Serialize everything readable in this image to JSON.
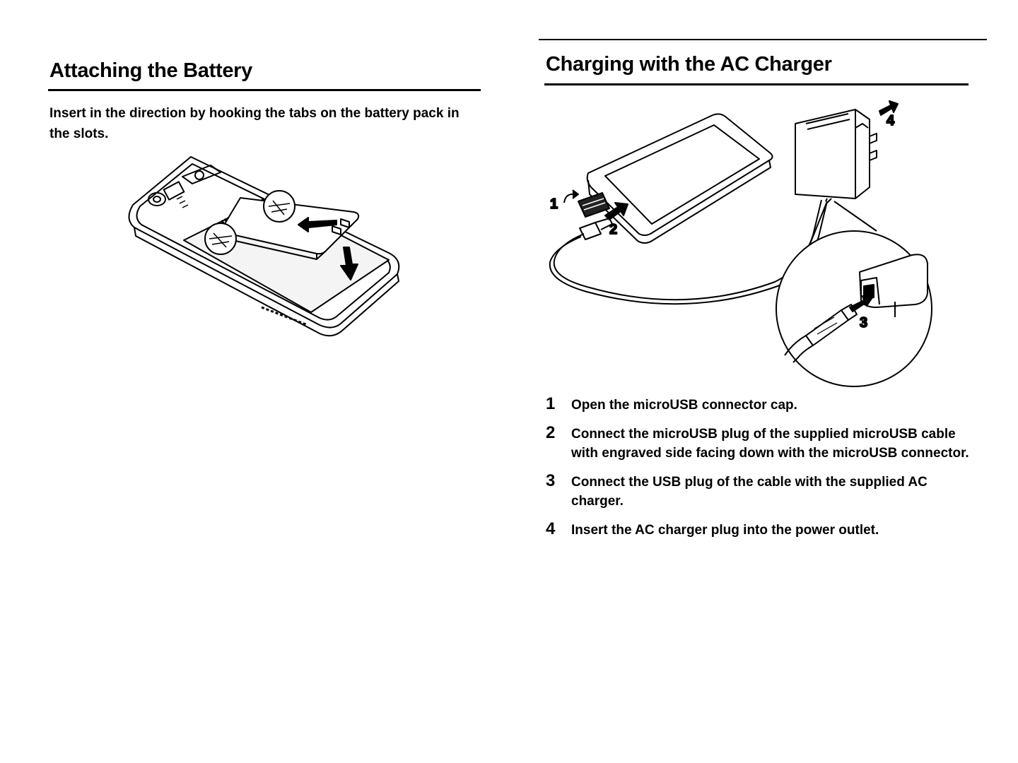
{
  "left": {
    "heading": "Attaching the Battery",
    "intro": "Insert in the direction by hooking the tabs on the battery pack in the slots."
  },
  "right": {
    "heading": "Charging with the AC Charger",
    "callouts": [
      "1",
      "2",
      "3",
      "4"
    ],
    "steps": [
      {
        "num": "1",
        "text": "Open the microUSB connector cap."
      },
      {
        "num": "2",
        "text": "Connect the microUSB plug of the supplied microUSB cable with engraved side facing down with the microUSB connector."
      },
      {
        "num": "3",
        "text": "Connect the USB plug of the cable with the supplied AC charger."
      },
      {
        "num": "4",
        "text": "Insert the AC charger plug into the power outlet."
      }
    ]
  }
}
